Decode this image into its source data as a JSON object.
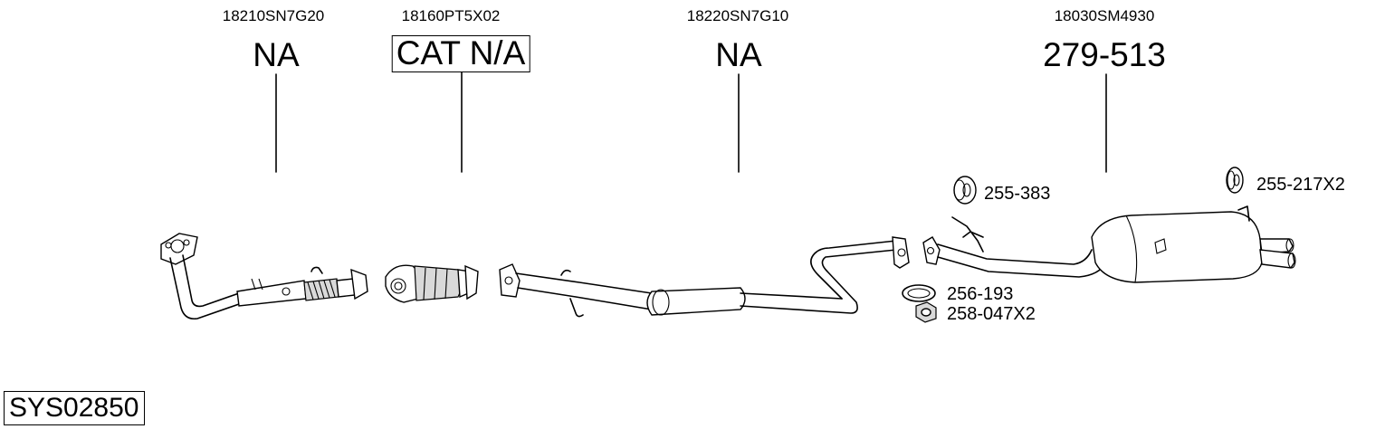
{
  "parts": [
    {
      "id": "front-pipe",
      "oem": "18210SN7G20",
      "ref": "NA",
      "boxed": false
    },
    {
      "id": "catalyst",
      "oem": "18160PT5X02",
      "ref": "CAT N/A",
      "boxed": true
    },
    {
      "id": "middle-silencer",
      "oem": "18220SN7G10",
      "ref": "NA",
      "boxed": false
    },
    {
      "id": "rear-silencer",
      "oem": "18030SM4930",
      "ref": "279-513",
      "boxed": false
    }
  ],
  "accessories": [
    {
      "id": "rubber-mount-a",
      "label": "255-383",
      "icon": "rubber-mount-icon"
    },
    {
      "id": "rubber-mount-b",
      "label": "255-217X2",
      "icon": "rubber-mount-icon"
    },
    {
      "id": "gasket",
      "label": "256-193",
      "icon": "gasket-ring-icon"
    },
    {
      "id": "nut",
      "label": "258-047X2",
      "icon": "hex-nut-icon"
    }
  ],
  "system_code": "SYS02850"
}
